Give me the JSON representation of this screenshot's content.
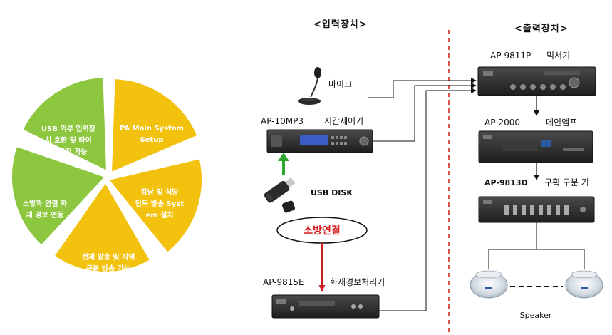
{
  "headers": {
    "input": "<입력장치>",
    "output": "<출력장치>"
  },
  "pie": {
    "slices": [
      {
        "lines": [
          "PA Main System",
          "Setup"
        ],
        "color": "#f2c20e"
      },
      {
        "lines": [
          "강낭 및 식당",
          "단독 방송 Syst",
          "em 설치"
        ],
        "color": "#f2c20e"
      },
      {
        "lines": [
          "전체 방송 및 지역",
          "구분 방송 가능"
        ],
        "color": "#f2c20e"
      },
      {
        "lines": [
          "소방과 연결 화",
          "재 경보 연동"
        ],
        "color": "#8dc63f"
      },
      {
        "lines": [
          "USB 외부 입력장",
          "치 호환 및 타이",
          "머 조정 가능"
        ],
        "color": "#8dc63f"
      }
    ]
  },
  "input": {
    "mic_label": "마이크",
    "mp3_model": "AP-10MP3",
    "mp3_name": "시간제어기",
    "usb_label": "USB DISK",
    "fire_label": "소방연결",
    "fire_model": "AP-9815E",
    "fire_name": "화재경보처리기"
  },
  "output": {
    "mixer_model": "AP-9811P",
    "mixer_name": "믹서기",
    "amp_model": "AP-2000",
    "amp_name": "메인앰프",
    "zone_model": "AP-9813D",
    "zone_name": "구획 구분 기",
    "speaker_label": "Speaker"
  },
  "colors": {
    "divider": "#d9534f",
    "green_arrow": "#2ea52e",
    "red_arrow": "#c62020",
    "device": "#2a2a2a"
  }
}
